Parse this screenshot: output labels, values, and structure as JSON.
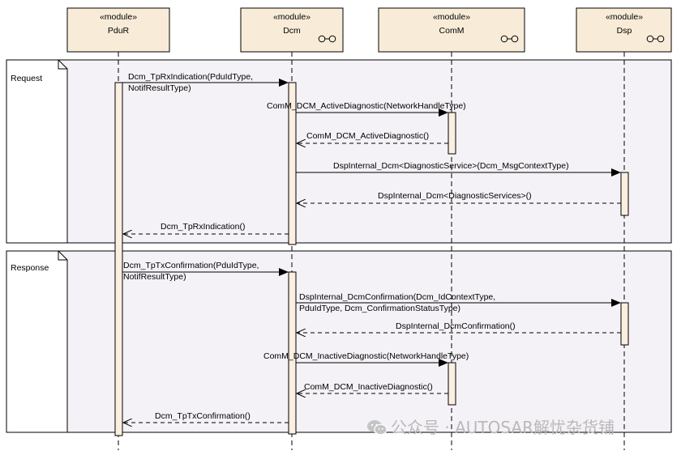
{
  "diagram": {
    "stereotype": "«module»",
    "lifelines": [
      {
        "id": "pdur",
        "name": "PduR",
        "component_icon": false
      },
      {
        "id": "dcm",
        "name": "Dcm",
        "component_icon": true
      },
      {
        "id": "comm",
        "name": "ComM",
        "component_icon": true
      },
      {
        "id": "dsp",
        "name": "Dsp",
        "component_icon": true
      }
    ],
    "fragments": [
      {
        "id": "request",
        "label": "Request"
      },
      {
        "id": "response",
        "label": "Response"
      }
    ],
    "messages": [
      {
        "id": "m1",
        "type": "call",
        "from": "pdur",
        "to": "dcm",
        "lines": [
          "Dcm_TpRxIndication(PduIdType,",
          "NotifResultType)"
        ]
      },
      {
        "id": "m2",
        "type": "call",
        "from": "dcm",
        "to": "comm",
        "lines": [
          "ComM_DCM_ActiveDiagnostic(NetworkHandleType)"
        ]
      },
      {
        "id": "m3",
        "type": "return",
        "from": "comm",
        "to": "dcm",
        "lines": [
          "ComM_DCM_ActiveDiagnostic()"
        ]
      },
      {
        "id": "m4",
        "type": "call",
        "from": "dcm",
        "to": "dsp",
        "lines": [
          "DspInternal_Dcm<DiagnosticService>(Dcm_MsgContextType)"
        ]
      },
      {
        "id": "m5",
        "type": "return",
        "from": "dsp",
        "to": "dcm",
        "lines": [
          "DspInternal_Dcm<DiagnosticServices>()"
        ]
      },
      {
        "id": "m6",
        "type": "return",
        "from": "dcm",
        "to": "pdur",
        "lines": [
          "Dcm_TpRxIndication()"
        ]
      },
      {
        "id": "m7",
        "type": "call",
        "from": "pdur",
        "to": "dcm",
        "lines": [
          "Dcm_TpTxConfirmation(PduIdType,",
          "NotifResultType)"
        ]
      },
      {
        "id": "m8",
        "type": "call",
        "from": "dcm",
        "to": "dsp",
        "lines": [
          "DspInternal_DcmConfirmation(Dcm_IdContextType,",
          "PduIdType, Dcm_ConfirmationStatusType)"
        ]
      },
      {
        "id": "m9",
        "type": "return",
        "from": "dsp",
        "to": "dcm",
        "lines": [
          "DspInternal_DcmConfirmation()"
        ]
      },
      {
        "id": "m10",
        "type": "call",
        "from": "dcm",
        "to": "comm",
        "lines": [
          "ComM_DCM_InactiveDiagnostic(NetworkHandleType)"
        ]
      },
      {
        "id": "m11",
        "type": "return",
        "from": "comm",
        "to": "dcm",
        "lines": [
          "ComM_DCM_InactiveDiagnostic()"
        ]
      },
      {
        "id": "m12",
        "type": "return",
        "from": "dcm",
        "to": "pdur",
        "lines": [
          "Dcm_TpTxConfirmation()"
        ]
      }
    ]
  },
  "watermark": {
    "text": "公众号 · AUTOSAR解忧杂货铺",
    "icon": "wechat-icon"
  },
  "colors": {
    "header_fill": "#f8ecd9",
    "activation_fill": "#faefe0",
    "fragment_fill": "#f4f2f6",
    "line": "#000000",
    "watermark": "#b9b9b9"
  }
}
